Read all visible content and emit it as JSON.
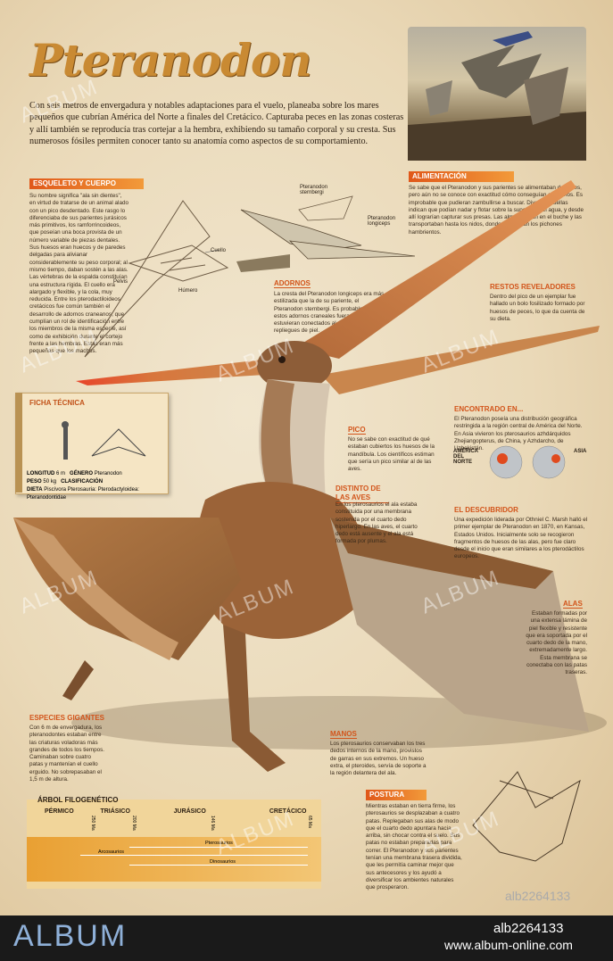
{
  "title": "Pteranodon",
  "intro": "Con seis metros de envergadura y notables adaptaciones para el vuelo, planeaba sobre los mares pequeños que cubrían América del Norte a finales del Cretácico. Capturaba peces en las zonas costeras y allí también se reproducía tras cortejar a la hembra, exhibiendo su tamaño corporal y su cresta. Sus numerosos fósiles permiten conocer tanto su anatomía como aspectos de su comportamiento.",
  "sections": {
    "esqueleto": {
      "title": "ESQUELETO Y CUERPO",
      "text": "Su nombre significa \"ala sin dientes\", en virtud de tratarse de un animal alado con un pico desdentado. Este rasgo lo diferenciaba de sus parientes jurásicos más primitivos, los ramforrincoideos, que poseían una boca provista de un número variable de piezas dentales. Sus huesos eran huecos y de paredes delgadas para alivianar considerablemente su peso corporal; al mismo tiempo, daban sostén a las alas. Las vértebras de la espalda constituían una estructura rígida. El cuello era alargado y flexible, y la cola, muy reducida. Entre los pterodactiloideos cretácicos fue común también el desarrollo de adornos craneanos, que cumplían un rol de identificación entre los miembros de la misma especie, así como de exhibición durante el cortejo frente a las hembras. Estas eran más pequeñas que los machos."
    },
    "adornos": {
      "title": "ADORNOS",
      "text": "La cresta del Pteranodon longiceps era más estilizada que la de su pariente, el Pteranodon sternbergi. Es probable que estos adornos craneales fueran coloridos y estuvieran conectados al cuello con repliegues de piel."
    },
    "alimentacion": {
      "title": "ALIMENTACIÓN",
      "text": "Se sabe que el Pteranodon y sus parientes se alimentaban de peces, pero aún no se conoce con exactitud cómo conseguían atraparlos. Es improbable que pudieran zambullirse a buscar. Diversas huellas indican que podían nadar y flotar sobre la superficie del agua, y desde allí lograrían capturar sus presas. Las almacenaban en el buche y las transportaban hasta los nidos, donde esperaban los pichones hambrientos."
    },
    "restos": {
      "title": "RESTOS REVELADORES",
      "text": "Dentro del pico de un ejemplar fue hallado un bolo fosilizado formado por huesos de peces, lo que da cuenta de su dieta."
    },
    "pico": {
      "title": "PICO",
      "text": "No se sabe con exactitud de qué estaban cubiertos los huesos de la mandíbula. Los científicos estiman que sería un pico similar al de las aves."
    },
    "encontrado": {
      "title": "ENCONTRADO EN...",
      "text": "El Pteranodon poseía una distribución geográfica restringida a la región central de América del Norte. En Asia vivieron los pterosaurios azhdárquidos Zhejiangopterus, de China, y Azhdarcho, de Uzbekistán.",
      "region_america": "AMÉRICA DEL NORTE",
      "region_asia": "ASIA"
    },
    "distinto": {
      "title": "DISTINTO DE LAS AVES",
      "text": "En los pterosaurios el ala estaba constituida por una membrana sostenida por el cuarto dedo hiperlargo. En las aves, el cuarto dedo está ausente y el ala está formada por plumas."
    },
    "descubridor": {
      "title": "EL DESCUBRIDOR",
      "text": "Una expedición liderada por Othniel C. Marsh halló el primer ejemplar de Pteranodon en 1870, en Kansas, Estados Unidos. Inicialmente solo se recogieron fragmentos de huesos de las alas, pero fue claro desde el inicio que eran similares a los pterodáctilos europeos."
    },
    "alas": {
      "title": "ALAS",
      "text": "Estaban formadas por una extensa lámina de piel flexible y resistente que era soportada por el cuarto dedo de la mano, extremadamente largo. Esta membrana se conectaba con las patas traseras."
    },
    "especies": {
      "title": "ESPECIES GIGANTES",
      "text": "Con 6 m de envergadura, los pteranodontes estaban entre las criaturas voladoras más grandes de todos los tiempos. Caminaban sobre cuatro patas y mantenían el cuello erguido. No sobrepasaban el 1,5 m de altura."
    },
    "manos": {
      "title": "MANOS",
      "text": "Los pterosaurios conservaban los tres dedos internos de la mano, provistos de garras en sus extremos. Un hueso extra, el pteroides, servía de soporte a la región delantera del ala."
    },
    "postura": {
      "title": "POSTURA",
      "text": "Mientras estaban en tierra firme, los pterosaurios se desplazaban a cuatro patas. Replegaban sus alas de modo que el cuarto dedo apuntara hacia arriba, sin chocar contra el suelo. Sus patas no estaban preparadas para correr. El Pteranodon y sus parientes tenían una membrana trasera dividida, que les permitía caminar mejor que sus antecesores y los ayudó a diversificar los ambientes naturales que prosperaron."
    }
  },
  "skeleton_labels": {
    "cuello": "Cuello",
    "pelvis": "Pelvis",
    "humero": "Húmero",
    "sternbergi": "Pteranodon sternbergi",
    "longiceps": "Pteranodon longiceps"
  },
  "ficha": {
    "title": "FICHA TÉCNICA",
    "longitud_k": "LONGITUD",
    "longitud_v": "6 m",
    "peso_k": "PESO",
    "peso_v": "50 kg",
    "dieta_k": "DIETA",
    "dieta_v": "Piscívora",
    "genero_k": "GÉNERO",
    "genero_v": "Pteranodon",
    "clasif_k": "CLASIFICACIÓN",
    "clasif_v": "Pterosauria: Pterodactyloidea: Pteranodontidae"
  },
  "tree": {
    "title": "ÁRBOL FILOGENÉTICO",
    "periods": [
      "PÉRMICO",
      "TRIÁSICO",
      "JURÁSICO",
      "CRETÁCICO"
    ],
    "ages": [
      "250 Ma",
      "200 Ma",
      "146 Ma",
      "65 Ma"
    ],
    "groups": [
      "Arcosaurios",
      "Pterosaurios",
      "Dinosaurios"
    ]
  },
  "watermark": "ALBUM",
  "footer": {
    "logo": "ALBUM",
    "id": "alb2264133",
    "url": "www.album-online.com",
    "stamp": "alb2264133"
  },
  "colors": {
    "title": "#c98a33",
    "accent": "#d2541a",
    "paper": "#ead9b8"
  }
}
